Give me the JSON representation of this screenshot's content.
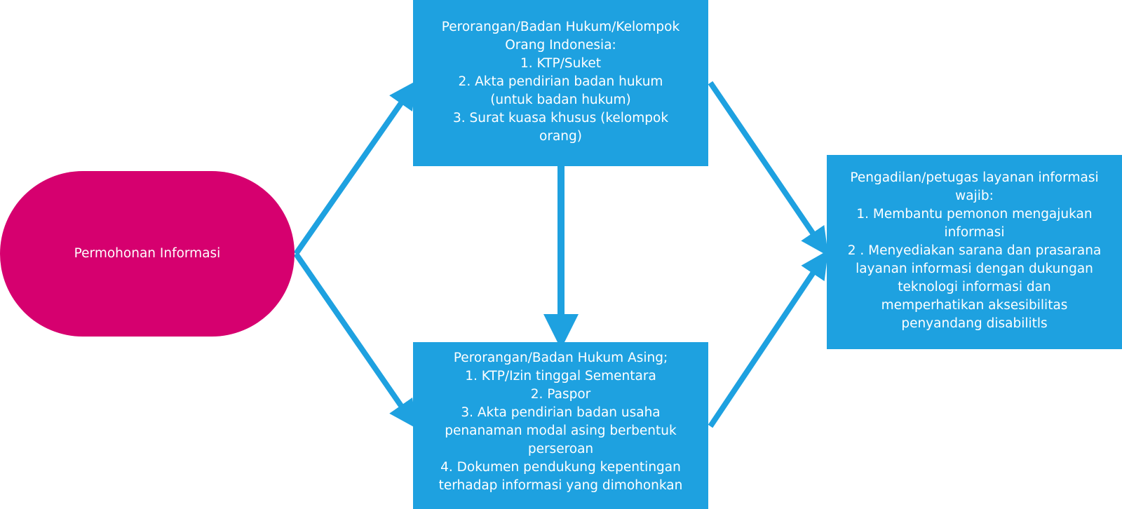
{
  "colors": {
    "start": "#d6006f",
    "box": "#1ea1e0",
    "arrow": "#1ea1e0"
  },
  "diagram": {
    "start": {
      "label": "Permohonan Informasi"
    },
    "indonesia": {
      "lines": [
        "Perorangan/Badan Hukum/Kelompok",
        "Orang Indonesia:",
        "1. KTP/Suket",
        "2. Akta pendirian badan hukum",
        "(untuk badan hukum)",
        "3. Surat kuasa khusus (kelompok",
        "orang)"
      ]
    },
    "foreign": {
      "lines": [
        "Perorangan/Badan Hukum Asing;",
        "1. KTP/Izin tinggal Sementara",
        "2. Paspor",
        "3. Akta pendirian badan usaha",
        "penanaman modal asing berbentuk",
        "perseroan",
        "4. Dokumen pendukung kepentingan",
        "terhadap informasi yang dimohonkan"
      ]
    },
    "court": {
      "lines": [
        "Pengadilan/petugas layanan informasi",
        "wajib:",
        "1. Membantu pemonon mengajukan",
        "informasi",
        "2 . Menyediakan sarana dan prasarana",
        "layanan informasi dengan dukungan",
        "teknologi informasi dan",
        "memperhatikan aksesibilitas",
        "penyandang disabilitls"
      ]
    },
    "edges": [
      {
        "from": "start",
        "to": "indonesia"
      },
      {
        "from": "start",
        "to": "foreign"
      },
      {
        "from": "indonesia",
        "to": "foreign"
      },
      {
        "from": "indonesia",
        "to": "court"
      },
      {
        "from": "foreign",
        "to": "court"
      }
    ]
  }
}
